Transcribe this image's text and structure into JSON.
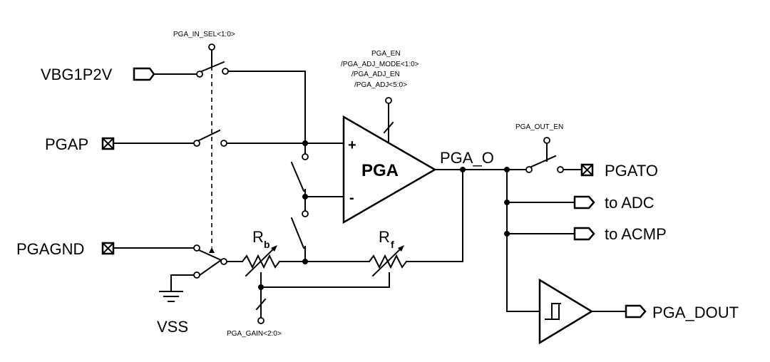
{
  "pins": {
    "vbg": "VBG1P2V",
    "pgap": "PGAP",
    "pgagnd": "PGAGND",
    "vss": "VSS",
    "pgato": "PGATO",
    "to_adc": "to ADC",
    "to_acmp": "to ACMP",
    "pga_dout": "PGA_DOUT"
  },
  "controls": {
    "in_sel": "PGA_IN_SEL<1:0>",
    "pga_en": "PGA_EN",
    "adj_mode": "/PGA_ADJ_MODE<1:0>",
    "adj_en": "/PGA_ADJ_EN",
    "adj": "/PGA_ADJ<5:0>",
    "out_en": "PGA_OUT_EN",
    "gain": "PGA_GAIN<2:0>"
  },
  "amp": {
    "label": "PGA",
    "plus": "+",
    "minus": "-",
    "output_net": "PGA_O"
  },
  "resistors": {
    "rb_main": "R",
    "rb_sub": "b",
    "rf_main": "R",
    "rf_sub": "f"
  }
}
